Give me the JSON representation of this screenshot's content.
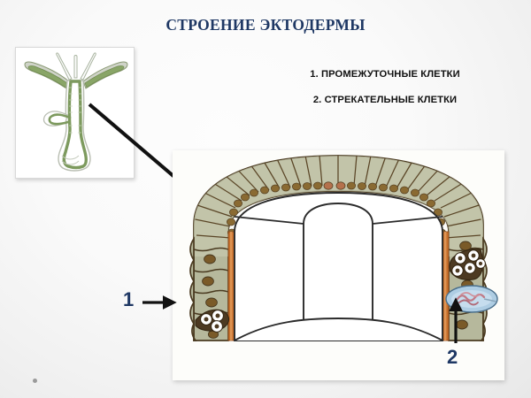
{
  "slide": {
    "title": "СТРОЕНИЕ ЭКТОДЕРМЫ",
    "background_color": "#f4f4f4",
    "title_color": "#1f3864"
  },
  "legend": {
    "items": [
      {
        "id": 1,
        "label": "1. ПРОМЕЖУТОЧНЫЕ КЛЕТКИ"
      },
      {
        "id": 2,
        "label": "2. СТРЕКАТЕЛЬНЫЕ КЛЕТКИ"
      }
    ],
    "text_color": "#111111"
  },
  "callouts": [
    {
      "id": "1",
      "number": "1",
      "target": "interstitial-cells-cluster",
      "arrow_direction": "right"
    },
    {
      "id": "2",
      "number": "2",
      "target": "stinging-cell",
      "arrow_direction": "up"
    }
  ],
  "hydra_inset": {
    "caption": "",
    "body_layer_color": "#7d9a5e",
    "outer_layer_color": "#cfd3c8",
    "background": "#ffffff",
    "border_color": "#d9d9d9"
  },
  "ectoderm_diagram": {
    "epithelial_cell_fill": "#b4b79a",
    "epithelial_cell_stroke": "#4a3a20",
    "nucleus_color": "#6b4f24",
    "mesoglea_band_color": "#c8702c",
    "interstitial_cluster_color": "#4d3a22",
    "interstitial_cell_color": "#ffffff",
    "stinging_cell_fill": "#aecde3",
    "stinging_cell_thread_color": "#c07a86",
    "cavity_color": "#ffffff",
    "panel_background": "#fdfdfa",
    "radial_cell_count": 24,
    "left_interstitial_cell_count": 3,
    "right_interstitial_cell_count": 5
  },
  "icons": {
    "pointer_arrow": "diagonal-arrow-icon",
    "callout_arrow_right": "arrow-right-icon",
    "callout_arrow_up": "arrow-up-icon",
    "bullet": "dot-icon"
  }
}
